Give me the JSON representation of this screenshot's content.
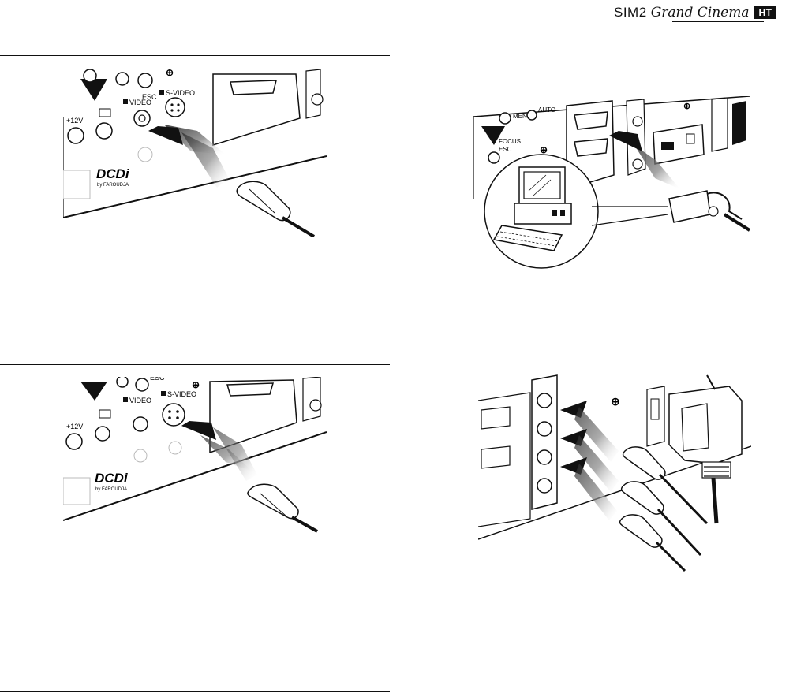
{
  "header": {
    "brand_sim": "SIM2",
    "brand_grand_cinema": "Grand Cinema",
    "brand_ht": "HT"
  },
  "panel_labels": {
    "esc": "ESC",
    "s_video": "S-VIDEO",
    "video": "VIDEO",
    "plus12v": "+12V",
    "dcdi": "DCDi",
    "by_faroudja": "by FAROUDJA",
    "menu": "MENU",
    "auto": "AUTO",
    "focus": "FOCUS",
    "esc2": "ESC"
  }
}
